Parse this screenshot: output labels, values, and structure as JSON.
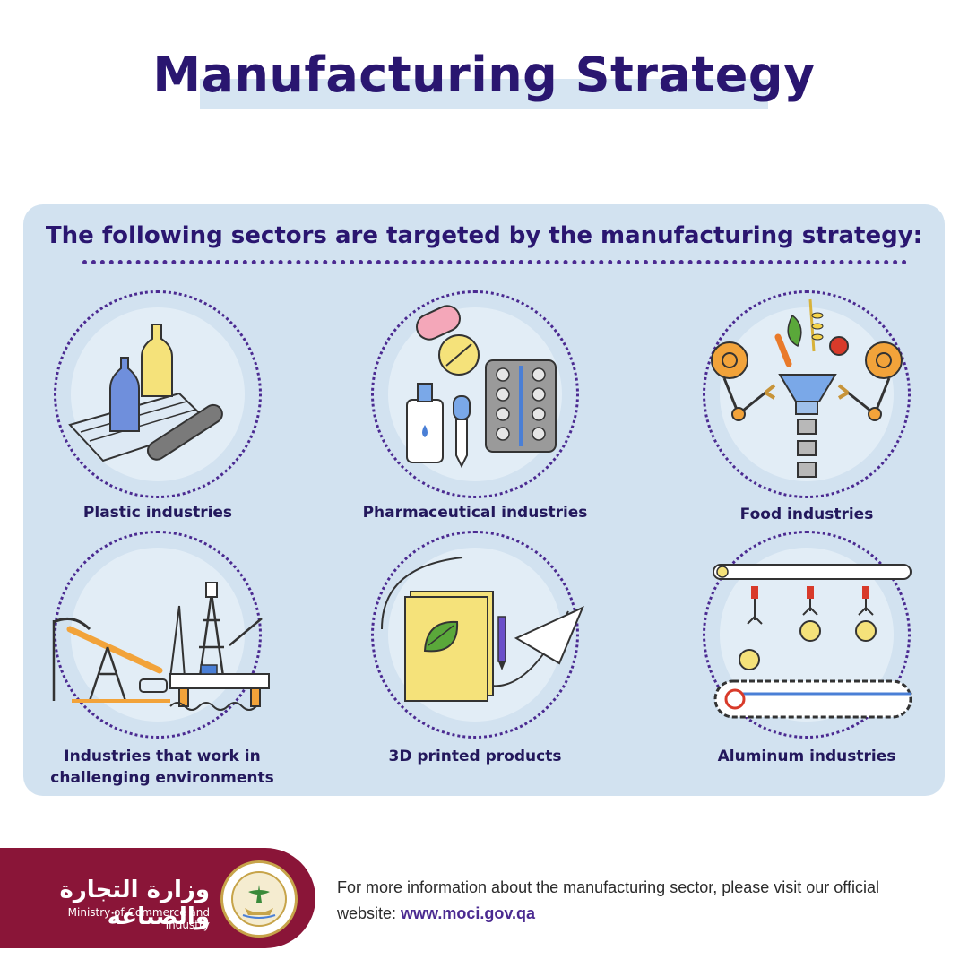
{
  "header": {
    "title": "Manufacturing Strategy"
  },
  "panel": {
    "subtitle": "The following sectors are targeted by the manufacturing strategy:",
    "sectors": [
      {
        "label": "Plastic industries",
        "icon": "conveyor-bottles-icon"
      },
      {
        "label": "Pharmaceutical industries",
        "icon": "medicine-pills-icon"
      },
      {
        "label": "Food industries",
        "icon": "food-processing-icon"
      },
      {
        "label": "Industries that work in",
        "label2": "challenging environments",
        "icon": "oil-rig-icon"
      },
      {
        "label": "3D printed products",
        "icon": "printed-paper-icon"
      },
      {
        "label": "Aluminum industries",
        "icon": "aluminum-line-icon"
      }
    ]
  },
  "footer": {
    "arabic_name": "وزارة التجارة والصناعة",
    "ministry_name": "Ministry of Commerce and Industry",
    "info_text": "For more information about the manufacturing sector, please visit our official website: ",
    "website": "www.moci.gov.qa"
  },
  "colors": {
    "title": "#2a1670",
    "panel": "#d2e2f0",
    "maroon": "#8a1538",
    "accent": "#4b2a91"
  }
}
